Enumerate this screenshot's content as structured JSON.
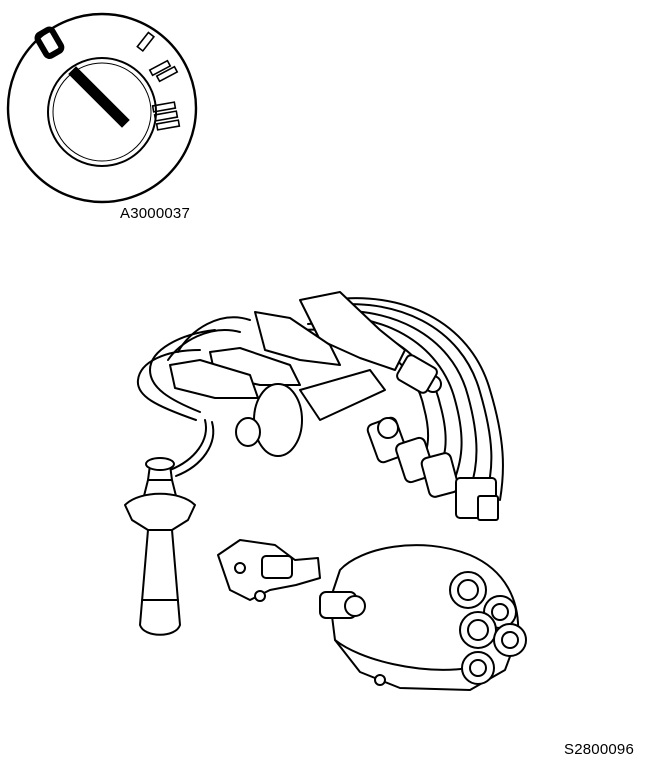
{
  "figure_top": {
    "caption": "A3000037",
    "dial_marks": [
      "0",
      "I",
      "II",
      "III"
    ]
  },
  "figure_bottom": {
    "caption": "S2800096"
  }
}
